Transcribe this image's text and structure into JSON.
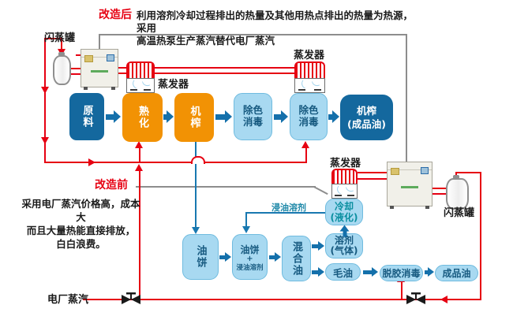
{
  "annotations": {
    "after_label": "改造后",
    "after_text": "利用溶剂冷却过程排出的热量及其他用热点排出的热量为热源，采用\n高温热泵生产蒸汽替代电厂蒸汽",
    "before_label": "改造前",
    "before_text": "采用电厂蒸汽价格高，成本大\n而且大量热能直接排放，\n白白浪费。",
    "power_steam_label": "电厂蒸汽",
    "solvent_line_label": "浸油溶剂"
  },
  "equipment": {
    "flash_tank_1": "闪蒸罐",
    "flash_tank_2": "闪蒸罐",
    "evaporator_1": "蒸发器",
    "evaporator_2": "蒸发器",
    "evaporator_3": "蒸发器"
  },
  "process_top": {
    "raw": "原料",
    "ripen": "熟化",
    "press": "机榨",
    "decolor1": "除色消毒",
    "decolor2": "除色消毒",
    "press_product_line1": "机榨",
    "press_product_line2": "(成品油)"
  },
  "process_bottom": {
    "cake": "油饼",
    "cake_mix_line1": "油饼",
    "cake_mix_plus": "+",
    "cake_mix_line2": "浸油溶剂",
    "mixed_oil": "混合油",
    "cooling_line1": "冷却",
    "cooling_line2": "(液化)",
    "solvent_gas_line1": "溶剂",
    "solvent_gas_line2": "(气体)",
    "crude_oil": "毛油",
    "degum": "脱胶消毒",
    "product_oil": "成品油"
  },
  "colors": {
    "accent_red": "#e60012",
    "dark_blue_node": "#14689e",
    "orange_node": "#f29204",
    "light_blue_node": "#a8d9f1",
    "flow_arrow_blue": "#1470ab",
    "pipe_blue": "#1878b0",
    "teal_text": "#0a8fa0",
    "gray_line": "#8d8d8d"
  }
}
